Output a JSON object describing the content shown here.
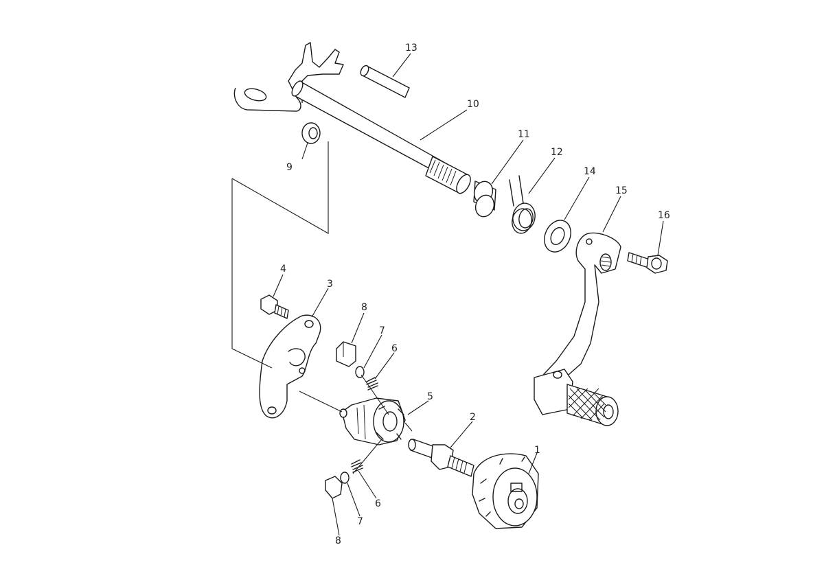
{
  "diagram": {
    "callouts": [
      "1",
      "2",
      "3",
      "4",
      "5",
      "6",
      "7",
      "8",
      "9",
      "10",
      "11",
      "12",
      "13",
      "14",
      "15",
      "16"
    ],
    "callout_6_lower": "6",
    "callout_7_lower": "7",
    "callout_8_lower": "8"
  }
}
